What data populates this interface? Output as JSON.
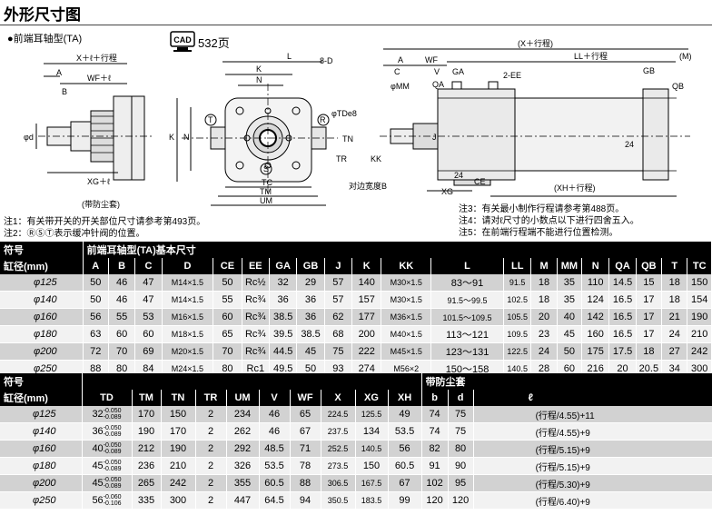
{
  "title": "外形尺寸图",
  "subtitle": "●前端耳轴型(TA)",
  "cad": {
    "badge": "CAD",
    "page": "532页"
  },
  "drawing_labels": {
    "x_l_stroke": "X＋ℓ＋行程",
    "a": "A",
    "wf_l": "WF＋ℓ",
    "b": "B",
    "phi_d": "φd",
    "xg_l": "XG＋ℓ",
    "boot": "(带防尘套)",
    "l": "L",
    "k": "K",
    "n": "N",
    "eight_d": "8-D",
    "phi_td": "φTDe8",
    "tn": "TN",
    "tr": "TR",
    "r": "R",
    "t": "T",
    "s": "S",
    "tc": "TC",
    "tm": "TM",
    "um": "UM",
    "k2": "K",
    "n2": "N",
    "x_stroke": "(X＋行程)",
    "ll_stroke": "LL＋行程",
    "m": "(M)",
    "a2": "A",
    "wf": "WF",
    "c": "C",
    "v": "V",
    "ga": "GA",
    "two_ee": "2-EE",
    "phi_mm": "φMM",
    "qa": "QA",
    "gb": "GB",
    "qb": "QB",
    "j": "J",
    "n24a": "24",
    "n24b": "24",
    "kk": "KK",
    "width_flats": "对边宽度B",
    "xg": "XG",
    "ce": "CE",
    "xh_stroke": "(XH＋行程)"
  },
  "notes_left": [
    "注1：有关带开关的开关部位尺寸请参考第493页。",
    "注2：ⓇⓈⓉ表示缓冲针阀的位置。"
  ],
  "notes_right": [
    "注3：有关最小制作行程请参考第488页。",
    "注4：请对ℓ尺寸的小数点以下进行四舍五入。",
    "注5：在前端行程端不能进行位置检测。"
  ],
  "table1": {
    "symbol": "符号",
    "section": "前端耳轴型(TA)基本尺寸",
    "bore": "缸径(mm)",
    "headers": [
      "A",
      "B",
      "C",
      "D",
      "CE",
      "EE",
      "GA",
      "GB",
      "J",
      "K",
      "KK",
      "L",
      "LL",
      "M",
      "MM",
      "N",
      "QA",
      "QB",
      "T",
      "TC"
    ],
    "rows": [
      [
        "φ125",
        "50",
        "46",
        "47",
        "M14×1.5",
        "50",
        "Rc½",
        "32",
        "29",
        "57",
        "140",
        "M30×1.5",
        "83～91",
        "91.5",
        "18",
        "35",
        "110",
        "14.5",
        "15",
        "18",
        "150"
      ],
      [
        "φ140",
        "50",
        "46",
        "47",
        "M14×1.5",
        "55",
        "Rc¾",
        "36",
        "36",
        "57",
        "157",
        "M30×1.5",
        "91.5～99.5",
        "102.5",
        "18",
        "35",
        "124",
        "16.5",
        "17",
        "18",
        "154"
      ],
      [
        "φ160",
        "56",
        "55",
        "53",
        "M16×1.5",
        "60",
        "Rc¾",
        "38.5",
        "36",
        "62",
        "177",
        "M36×1.5",
        "101.5～109.5",
        "105.5",
        "20",
        "40",
        "142",
        "16.5",
        "17",
        "21",
        "190"
      ],
      [
        "φ180",
        "63",
        "60",
        "60",
        "M18×1.5",
        "65",
        "Rc¾",
        "39.5",
        "38.5",
        "68",
        "200",
        "M40×1.5",
        "113～121",
        "109.5",
        "23",
        "45",
        "160",
        "16.5",
        "17",
        "24",
        "210"
      ],
      [
        "φ200",
        "72",
        "70",
        "69",
        "M20×1.5",
        "70",
        "Rc¾",
        "44.5",
        "45",
        "75",
        "222",
        "M45×1.5",
        "123～131",
        "122.5",
        "24",
        "50",
        "175",
        "17.5",
        "18",
        "27",
        "242"
      ],
      [
        "φ250",
        "88",
        "80",
        "84",
        "M24×1.5",
        "80",
        "Rc1",
        "49.5",
        "50",
        "93",
        "274",
        "M56×2",
        "150～158",
        "140.5",
        "28",
        "60",
        "216",
        "20",
        "20.5",
        "34",
        "300"
      ]
    ]
  },
  "table2": {
    "symbol": "符号",
    "boot_section": "带防尘套",
    "bore": "缸径(mm)",
    "headers": [
      "TD",
      "TM",
      "TN",
      "TR",
      "UM",
      "V",
      "WF",
      "X",
      "XG",
      "XH",
      "b",
      "d",
      "ℓ"
    ],
    "rows": [
      [
        "φ125",
        "32",
        "-0.050",
        "-0.089",
        "170",
        "150",
        "2",
        "234",
        "46",
        "65",
        "224.5",
        "125.5",
        "49",
        "74",
        "75",
        "(行程/4.55)+11"
      ],
      [
        "φ140",
        "36",
        "-0.050",
        "-0.089",
        "190",
        "170",
        "2",
        "262",
        "46",
        "67",
        "237.5",
        "134",
        "53.5",
        "74",
        "75",
        "(行程/4.55)+9"
      ],
      [
        "φ160",
        "40",
        "-0.050",
        "-0.089",
        "212",
        "190",
        "2",
        "292",
        "48.5",
        "71",
        "252.5",
        "140.5",
        "56",
        "82",
        "80",
        "(行程/5.15)+9"
      ],
      [
        "φ180",
        "45",
        "-0.050",
        "-0.089",
        "236",
        "210",
        "2",
        "326",
        "53.5",
        "78",
        "273.5",
        "150",
        "60.5",
        "91",
        "90",
        "(行程/5.15)+9"
      ],
      [
        "φ200",
        "45",
        "-0.050",
        "-0.089",
        "265",
        "242",
        "2",
        "355",
        "60.5",
        "88",
        "306.5",
        "167.5",
        "67",
        "102",
        "95",
        "(行程/5.30)+9"
      ],
      [
        "φ250",
        "56",
        "-0.060",
        "-0.106",
        "335",
        "300",
        "2",
        "447",
        "64.5",
        "94",
        "350.5",
        "183.5",
        "99",
        "120",
        "120",
        "(行程/6.40)+9"
      ]
    ]
  }
}
